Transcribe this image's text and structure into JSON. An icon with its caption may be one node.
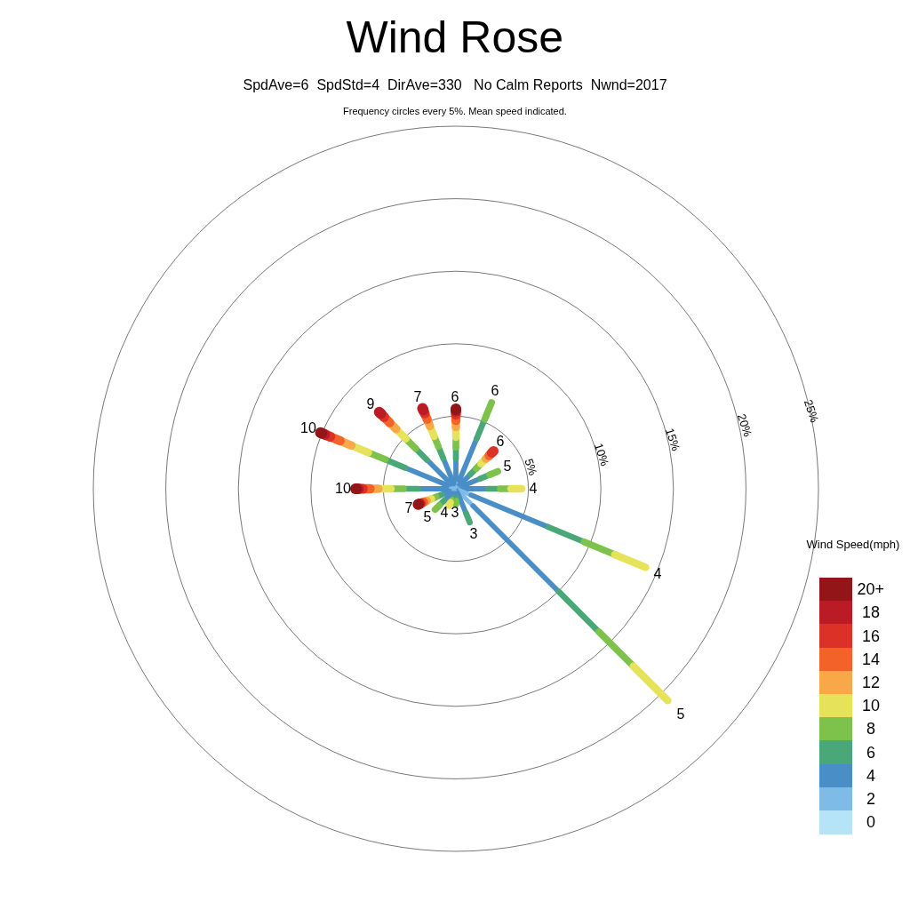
{
  "diagram": {
    "title": "Wind Rose",
    "labels": [
      "SpdAve=6  SpdStd=4  DirAve=330   No Calm Reports  Nwnd=2017",
      "Frequency circles every 5%. Mean speed indicated.",
      "6",
      "9",
      "7",
      "6",
      "25%",
      "20%",
      "15%",
      "10",
      "10%",
      "6",
      "5",
      "5%",
      "10",
      "4",
      "7",
      "4",
      "3",
      "5",
      "3",
      "Wind Speed(mph)",
      "4",
      "5"
    ],
    "legend": [
      {
        "text": "20+",
        "color": "#931518"
      },
      {
        "text": "18",
        "color": "#bb1b24"
      },
      {
        "text": "16",
        "color": "#dc3127"
      },
      {
        "text": "14",
        "color": "#f26229"
      },
      {
        "text": "12",
        "color": "#f8a847"
      },
      {
        "text": "10",
        "color": "#e6e25a"
      },
      {
        "text": "8",
        "color": "#7dc24b"
      },
      {
        "text": "6",
        "color": "#4aa777"
      },
      {
        "text": "4",
        "color": "#4a8ec8"
      },
      {
        "text": "2",
        "color": "#7ebbe6"
      },
      {
        "text": "0",
        "color": "#b5e3f7"
      }
    ]
  }
}
